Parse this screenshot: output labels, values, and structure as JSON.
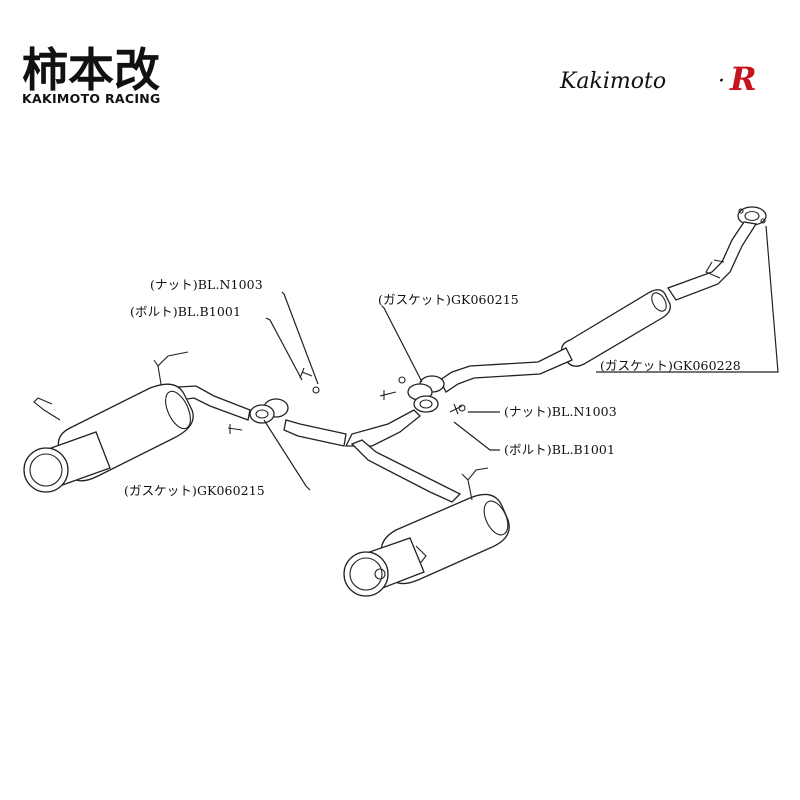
{
  "brand": {
    "logo_kanji": "柿本改",
    "logo_subtitle": "KAKIMOTO RACING",
    "wordmark": "Kakimoto",
    "wordmark_dot": "·",
    "wordmark_r": "R",
    "accent_color": "#c8141e"
  },
  "callouts": [
    {
      "id": "nut-left",
      "text": "(ナット)BL.N1003"
    },
    {
      "id": "bolt-left",
      "text": "(ボルト)BL.B1001"
    },
    {
      "id": "gasket-center-top",
      "text": "(ガスケット)GK060215"
    },
    {
      "id": "gasket-right",
      "text": "(ガスケット)GK060228"
    },
    {
      "id": "nut-right",
      "text": "(ナット)BL.N1003"
    },
    {
      "id": "bolt-right",
      "text": "(ボルト)BL.B1001"
    },
    {
      "id": "gasket-left-bottom",
      "text": "(ガスケット)GK060215"
    }
  ]
}
